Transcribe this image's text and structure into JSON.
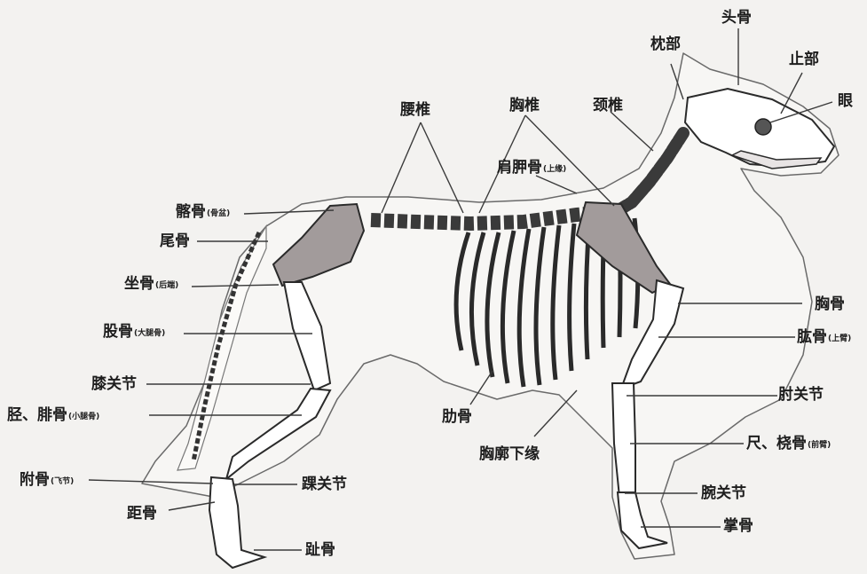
{
  "labels": {
    "skull": {
      "text": "头骨"
    },
    "occiput": {
      "text": "枕部"
    },
    "stop": {
      "text": "止部"
    },
    "eye": {
      "text": "眼"
    },
    "lumbar": {
      "text": "腰椎"
    },
    "thoracic": {
      "text": "胸椎"
    },
    "cervical": {
      "text": "颈椎"
    },
    "scapula": {
      "text": "肩胛骨",
      "sub": "(上缘)"
    },
    "ilium": {
      "text": "髂骨",
      "sub": "(骨盆)"
    },
    "tail": {
      "text": "尾骨"
    },
    "ischium": {
      "text": "坐骨",
      "sub": "(后端)"
    },
    "femur": {
      "text": "股骨",
      "sub": "(大腿骨)"
    },
    "stifle": {
      "text": "膝关节"
    },
    "tibia": {
      "text": "胫、腓骨",
      "sub": "(小腿骨)"
    },
    "tarsus": {
      "text": "附骨",
      "sub": "(飞节)"
    },
    "hock": {
      "text": "踝关节"
    },
    "calcaneus": {
      "text": "距骨"
    },
    "phalanges": {
      "text": "趾骨"
    },
    "ribs": {
      "text": "肋骨"
    },
    "rib_margin": {
      "text": "胸廓下缘"
    },
    "sternum": {
      "text": "胸骨"
    },
    "humerus": {
      "text": "肱骨",
      "sub": "(上臂)"
    },
    "elbow": {
      "text": "肘关节"
    },
    "forearm": {
      "text": "尺、桡骨",
      "sub": "(前臂)"
    },
    "carpus": {
      "text": "腕关节"
    },
    "metacarpus": {
      "text": "掌骨"
    }
  },
  "colors": {
    "background": "#f3f2f0",
    "outline": "#2a2a2a",
    "bone_shade": "#9a9393",
    "bone_light": "#ffffff",
    "leader": "#3a3a3a"
  }
}
